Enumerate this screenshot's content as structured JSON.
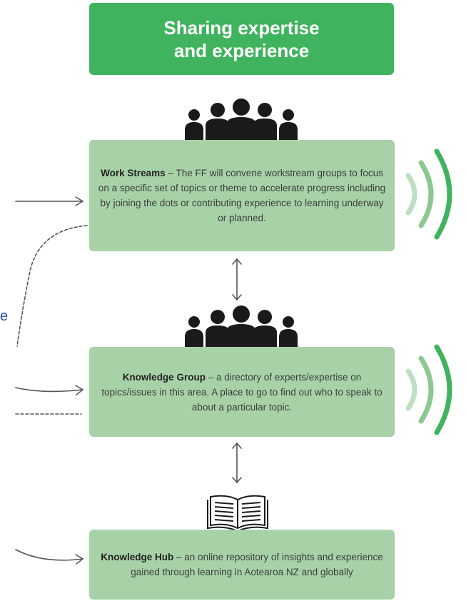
{
  "title": {
    "line1": "Sharing expertise",
    "line2": "and experience"
  },
  "cards": {
    "work_streams": {
      "heading": "Work Streams",
      "body": "– The FF will convene workstream groups to focus on a specific set of topics or theme to accelerate progress including by joining the dots or contributing experience to learning underway or planned."
    },
    "knowledge_group": {
      "heading": "Knowledge Group",
      "body": "– a directory of experts/expertise on topics/issues in this area. A place to go to find out who to speak to about a particular topic."
    },
    "knowledge_hub": {
      "heading": "Knowledge Hub",
      "body": "– an online repository of insights and experience gained through learning in Aotearoa NZ and globally"
    }
  },
  "stray_char": "e",
  "colors": {
    "title_green": "#3fb35d",
    "card_green": "#a7d2a8",
    "wave_dark": "#3fb35d",
    "wave_mid": "#8cc88f",
    "wave_light": "#bfe0c0",
    "icon": "#1a1a1a"
  },
  "icons": {
    "people": "people-group-icon",
    "book": "open-book-icon",
    "signal": "signal-waves-icon",
    "updown": "up-down-arrow-icon"
  }
}
